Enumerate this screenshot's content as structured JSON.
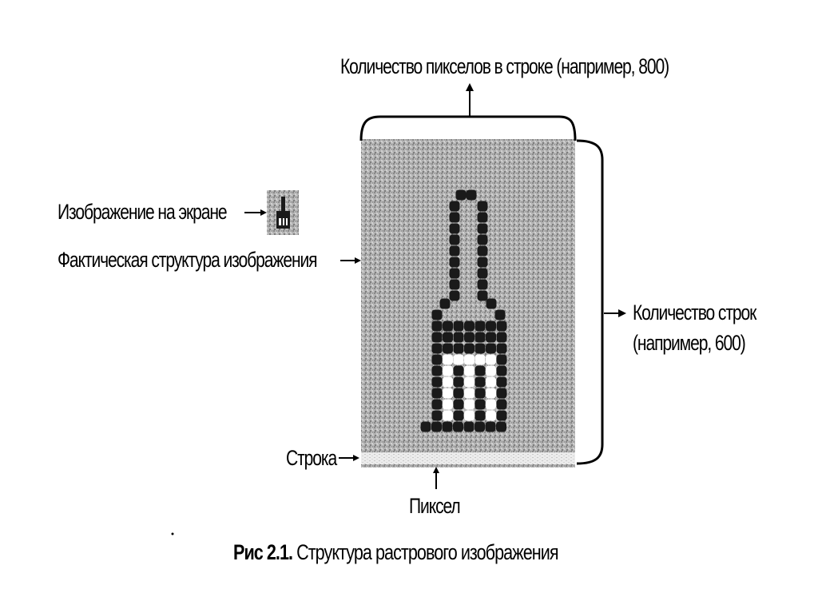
{
  "diagram": {
    "pixels_per_row_label": "Количество пикселов в строке (например, 800)",
    "screen_image_label": "Изображение на экране",
    "actual_structure_label": "Фактическая структура изображения",
    "row_count_label_line1": "Количество строк",
    "row_count_label_line2": "(например, 600)",
    "row_label": "Строка",
    "pixel_label": "Пиксел",
    "screen_image_icon": "paint-brush-icon"
  },
  "caption": {
    "number": "Рис 2.1.",
    "text": "Структура растрового изображения"
  },
  "colors": {
    "background": "#ffffff",
    "grid_gray": "#a9a9a9",
    "pixel_dark": "#1a1a1a",
    "pixel_white": "#ffffff",
    "row_highlight": "#e4e4e4"
  }
}
